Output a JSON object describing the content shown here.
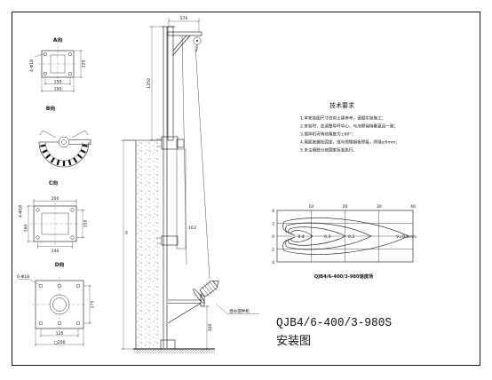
{
  "drawing": {
    "model": "QJB4/6-400/3-980S",
    "sheet_title": "安装图"
  },
  "view_a": {
    "label": "A向",
    "holes": "4-Φ18",
    "dim_right": "220",
    "dim_inner": "150",
    "dim_outer": "190"
  },
  "view_b": {
    "label": "B向"
  },
  "view_c": {
    "label": "C向",
    "holes": "4-Φ18",
    "dim_top": "200",
    "dim_left": "160",
    "dim_right": "150",
    "dim_bottom": "140"
  },
  "view_d": {
    "label": "D向",
    "holes": "6-Φ18",
    "dim_right": "175",
    "dim_hole_pitch": "125",
    "dim_plate": "□200"
  },
  "elevation": {
    "dim_arm": "576",
    "dim_upper": "1250",
    "dim_depth": "H",
    "dim_mid": "163",
    "dim_base": "300",
    "callout": "潜水搅拌机"
  },
  "requirements": {
    "title": "技术要求",
    "items": [
      "1.本安装图尺寸仅供土建参考，请据实际施工；",
      "2.安装时，应调整导杆中心，与池壁保持垂直且一致；",
      "3.搅拌机可转动角度为±60°；",
      "4.用膨胀螺栓固定，或与预埋钢板焊接，焊缝≥6mm；",
      "5.未注明部分按国家标准执行。"
    ]
  },
  "velocity_field": {
    "x_ticks": [
      "10",
      "20",
      "30",
      "40"
    ],
    "y_ticks": [
      "4",
      "2",
      "0",
      "2",
      "4"
    ],
    "contours": [
      "0.4",
      "0.3",
      "0.2",
      "V=0.1m/s"
    ],
    "caption": "QJB4/6-400/3-980速度场"
  }
}
